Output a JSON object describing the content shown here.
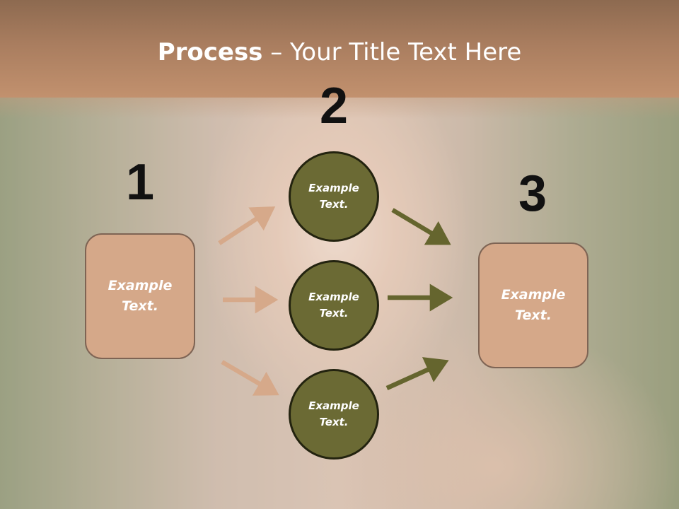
{
  "title": {
    "bold": "Process",
    "rest": " – Your Title Text Here"
  },
  "numbers": [
    "1",
    "2",
    "3"
  ],
  "left_box": {
    "line1": "Example",
    "line2": "Text."
  },
  "circles": [
    {
      "line1": "Example",
      "line2": "Text."
    },
    {
      "line1": "Example",
      "line2": "Text."
    },
    {
      "line1": "Example",
      "line2": "Text."
    }
  ],
  "right_box": {
    "line1": "Example",
    "line2": "Text."
  },
  "colors": {
    "header": "#b3845f",
    "box_fill": "#d5a889",
    "circle_fill": "#6b6a34",
    "arrow_light": "#d6a98a",
    "arrow_dark": "#65652e"
  }
}
